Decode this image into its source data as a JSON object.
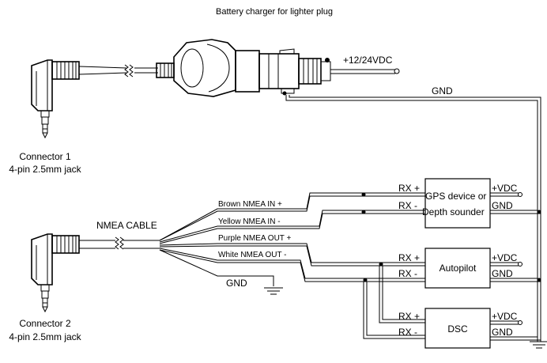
{
  "title": "Battery charger for lighter plug",
  "connector1": {
    "name": "Connector 1",
    "desc": "4-pin 2.5mm jack"
  },
  "connector2": {
    "name": "Connector 2",
    "desc": "4-pin 2.5mm jack"
  },
  "plug": {
    "voltage": "+12/24VDC",
    "gnd": "GND"
  },
  "cable": {
    "label": "NMEA CABLE",
    "wires": [
      "Brown NMEA IN +",
      "Yellow NMEA IN -",
      "Purple NMEA OUT +",
      "White NMEA OUT -"
    ],
    "gnd": "GND"
  },
  "devices": [
    {
      "line1": "GPS device or",
      "line2": "Depth   sounder",
      "rx_plus": "RX +",
      "rx_minus": "RX  -",
      "vdc": "+VDC",
      "gnd": "GND"
    },
    {
      "name": "Autopilot",
      "rx_plus": "RX +",
      "rx_minus": "RX  -",
      "vdc": "+VDC",
      "gnd": "GND"
    },
    {
      "name": "DSC",
      "rx_plus": "RX +",
      "rx_minus": "RX  -",
      "vdc": "+VDC",
      "gnd": "GND"
    }
  ]
}
